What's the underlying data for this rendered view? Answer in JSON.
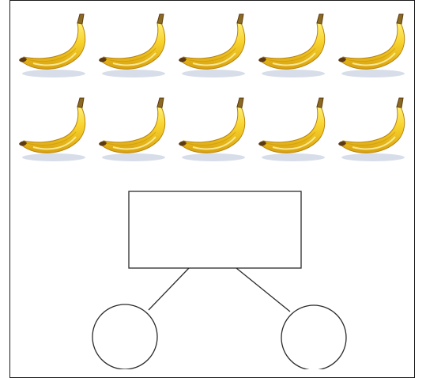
{
  "figure": {
    "banana_rows": [
      {
        "row": 1,
        "count": 5
      },
      {
        "row": 2,
        "count": 5
      }
    ],
    "banana_total": 10,
    "icon": "banana-icon",
    "number_bond": {
      "whole_box": "",
      "part_left": "",
      "part_right": ""
    },
    "colors": {
      "banana_light": "#ffe54a",
      "banana_mid": "#f4c81a",
      "banana_dark": "#c98f0a",
      "banana_tip": "#5c3a12",
      "stroke": "#2b2b2b",
      "frame": "#1a1a1a",
      "shadow": "#c8d0e0"
    }
  }
}
